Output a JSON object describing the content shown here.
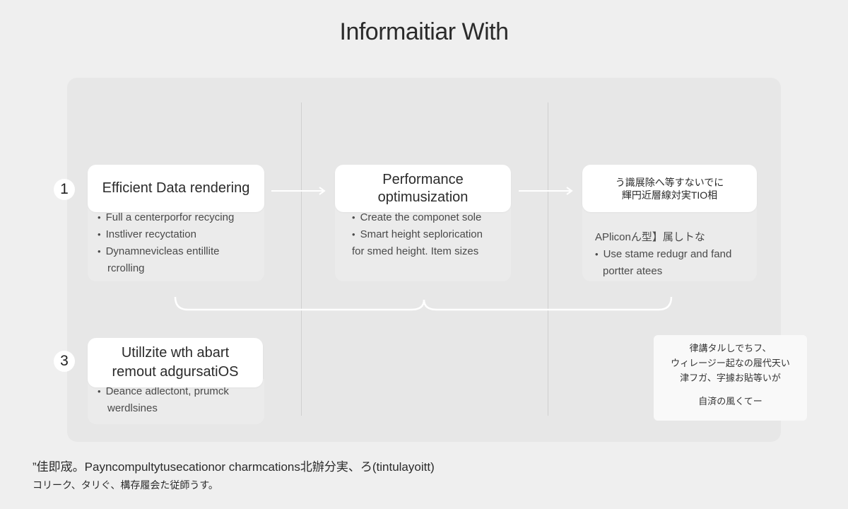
{
  "title": "Informaitiar With",
  "steps": [
    {
      "number": "1",
      "card_lines": [
        "Efficient Data rendering"
      ],
      "items": [
        {
          "text": "Full a centerporfor recycing",
          "bullet": true
        },
        {
          "text": "Instliver recyctation",
          "bullet": true
        },
        {
          "text": "Dynamnevicleas entillite",
          "bullet": true
        },
        {
          "text": "rcrolling",
          "bullet": false
        }
      ]
    },
    {
      "card_lines": [
        "Performance",
        "optimusization"
      ],
      "items": [
        {
          "text": "Create the componet sole",
          "bullet": true
        },
        {
          "text": "Smart height seplorication",
          "bullet": true
        },
        {
          "text": "for smed height. Item sizes",
          "bullet": false
        }
      ]
    },
    {
      "card_lines": [
        "う識展除へ等すないでに",
        "輝円近層線対実TIO相"
      ],
      "items": [
        {
          "text": "APliconん型】属しトな",
          "bullet": false
        },
        {
          "text": "Use stame redugr and fand",
          "bullet": true
        },
        {
          "text": "portter atees",
          "bullet": false
        }
      ]
    },
    {
      "number": "3",
      "card_lines": [
        "Utillzite wth abart",
        "remout adgursatiOS"
      ],
      "items": [
        {
          "text": "Deance adlectont, prumck",
          "bullet": true
        },
        {
          "text": "werdlsines",
          "bullet": false
        }
      ]
    }
  ],
  "note_lines": [
    "律講タルしでちフ、",
    "ウィレージー起なの履代天い",
    "津フガ、字據お貼等いが",
    "自済の風くてー"
  ],
  "footer": {
    "line1": "”佳即宬。Payncompultytusecationor charmcations北辦分実、ろ(tintulayoitt)",
    "line2": "コリーク、タリぐ、構存履会た従師うす。"
  }
}
